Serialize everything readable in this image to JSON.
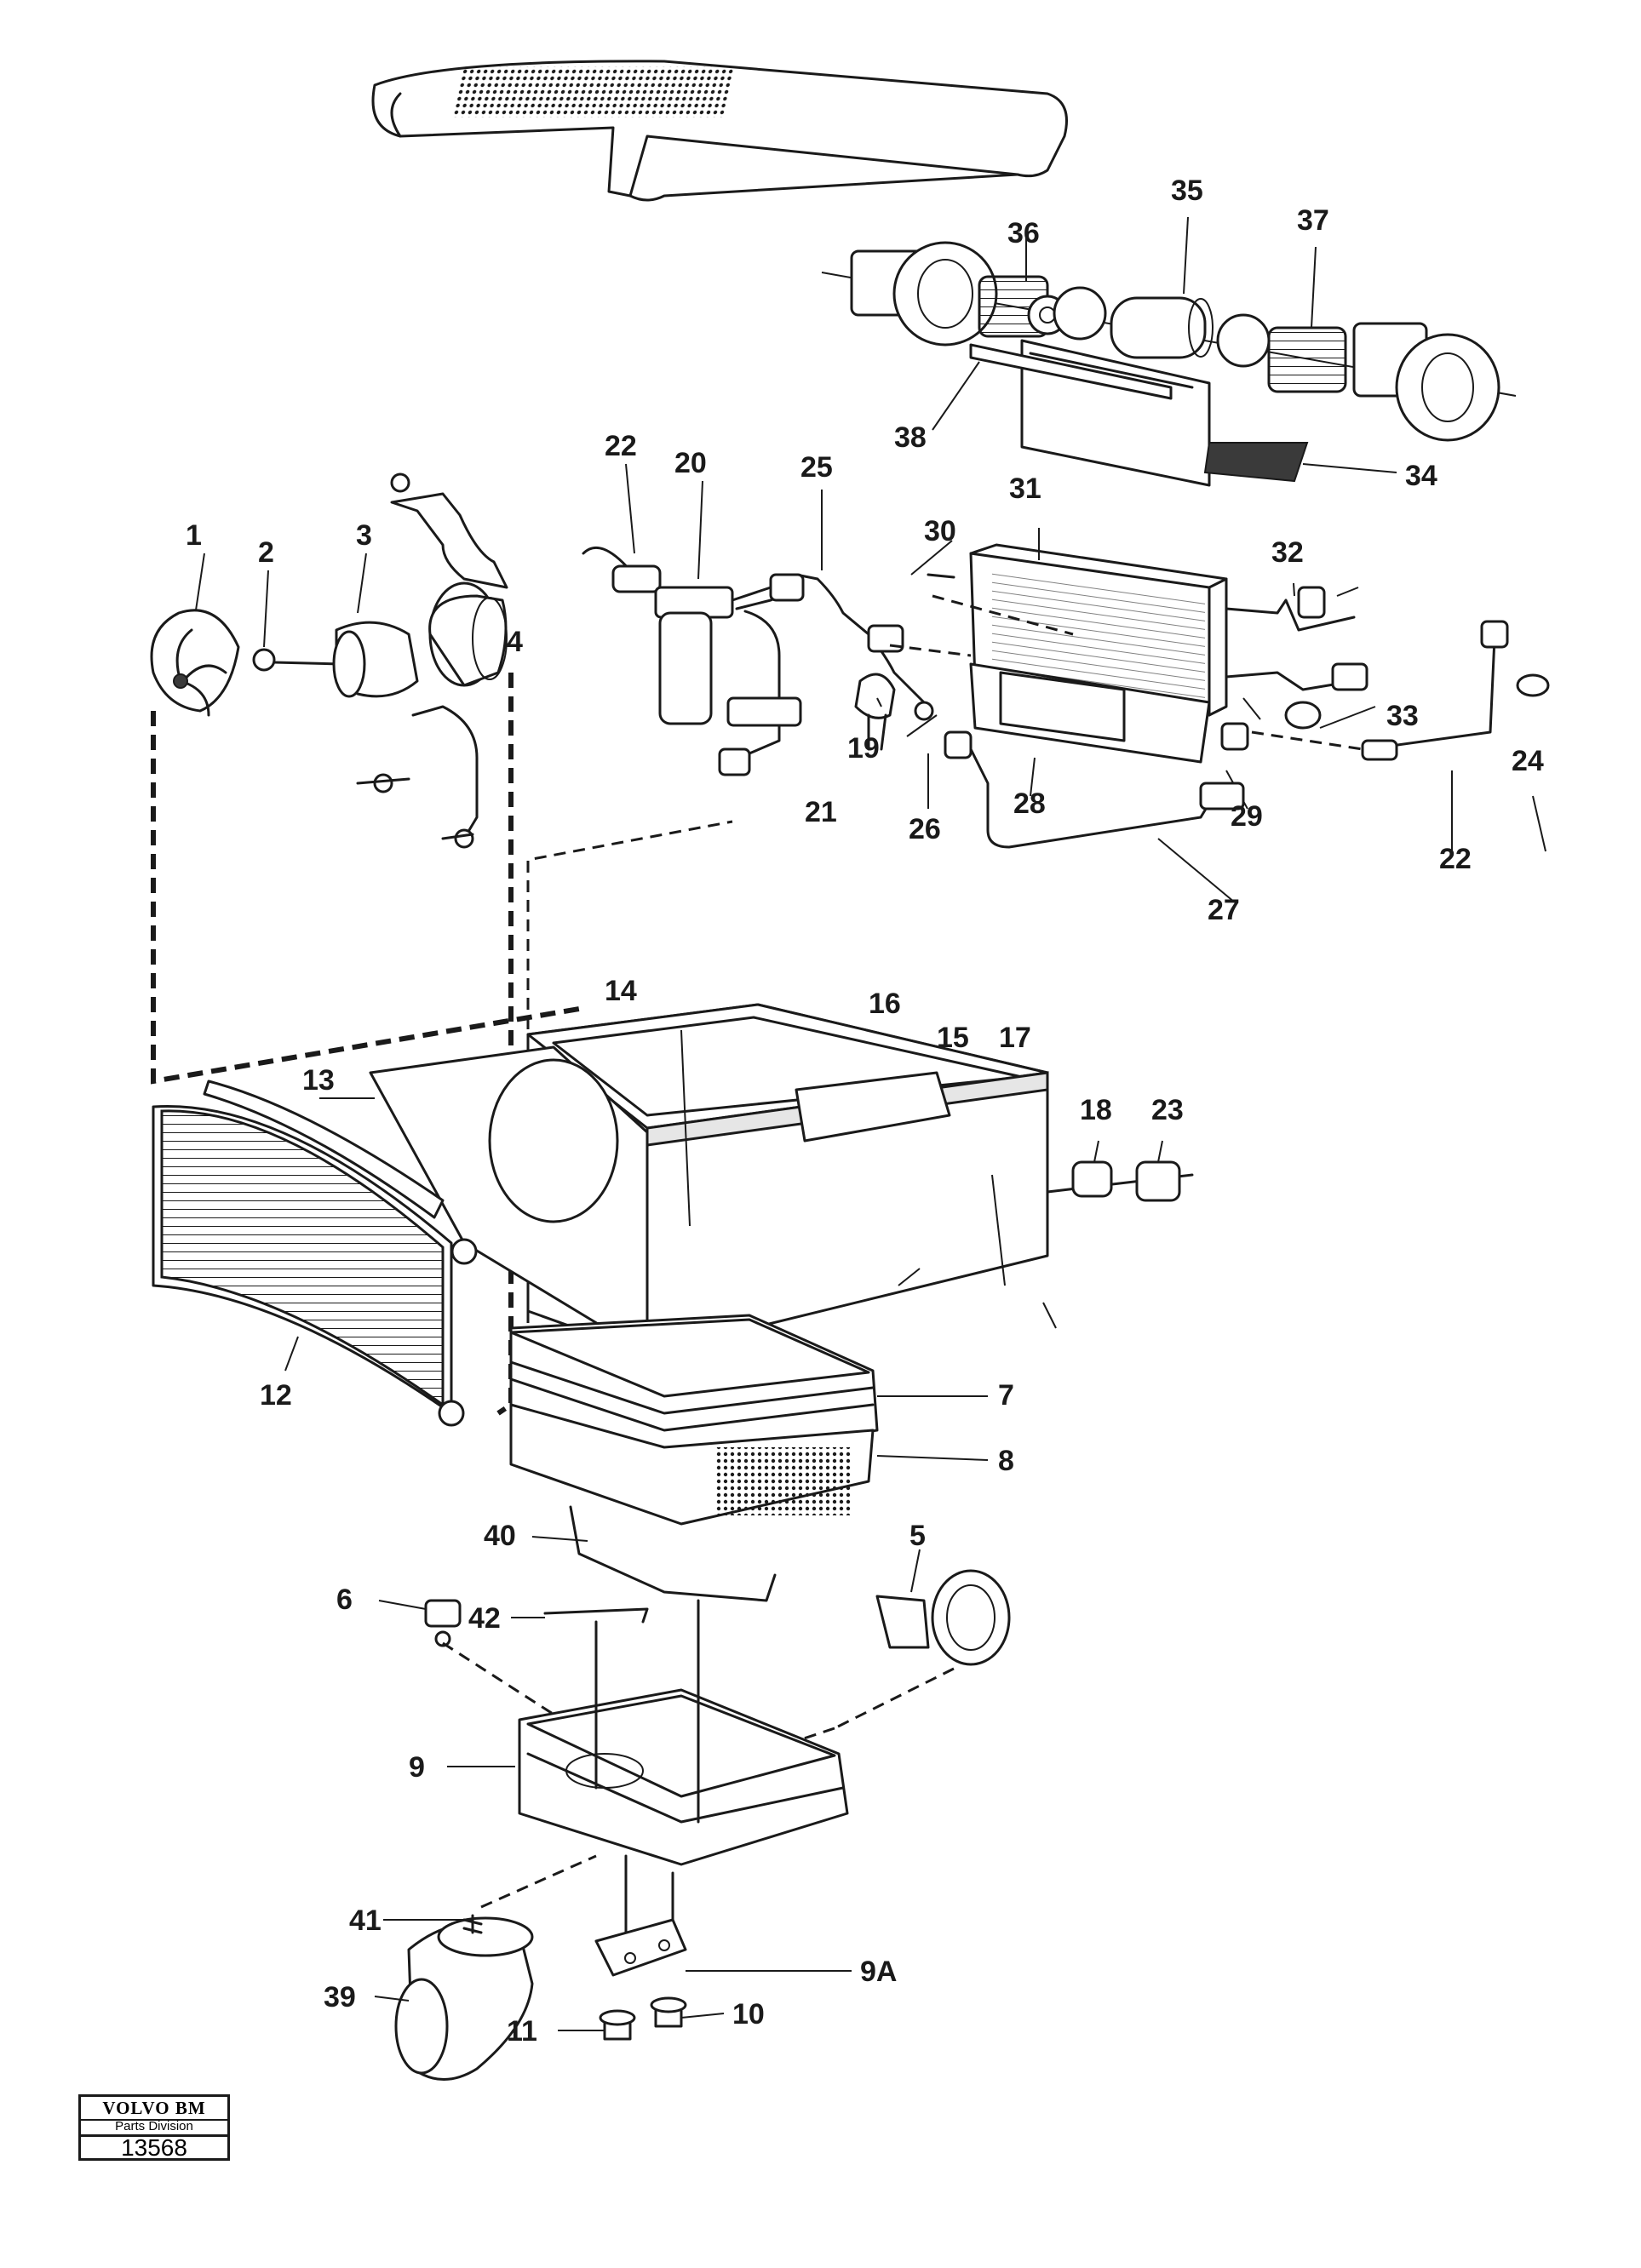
{
  "callouts": {
    "c1": "1",
    "c2": "2",
    "c3": "3",
    "c4": "4",
    "c5": "5",
    "c6": "6",
    "c7": "7",
    "c8": "8",
    "c9": "9",
    "c9a": "9A",
    "c10": "10",
    "c11": "11",
    "c12": "12",
    "c13": "13",
    "c14": "14",
    "c15": "15",
    "c16": "16",
    "c17": "17",
    "c18": "18",
    "c19": "19",
    "c20": "20",
    "c21": "21",
    "c22a": "22",
    "c22b": "22",
    "c23": "23",
    "c24": "24",
    "c25": "25",
    "c26": "26",
    "c27": "27",
    "c28": "28",
    "c29": "29",
    "c30": "30",
    "c31": "31",
    "c32": "32",
    "c33": "33",
    "c34": "34",
    "c35": "35",
    "c36": "36",
    "c37": "37",
    "c38": "38",
    "c39": "39",
    "c40": "40",
    "c41": "41",
    "c42": "42"
  },
  "logo": {
    "brand": "VOLVO BM",
    "division": "Parts Division",
    "number": "13568"
  }
}
